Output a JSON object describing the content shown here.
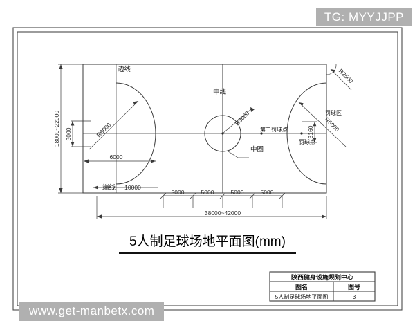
{
  "watermarks": {
    "top_right": "TG: MYYJJPP",
    "bottom_left": "www.get-manbetx.com"
  },
  "drawing": {
    "main_title": "5人制足球场地平面图(mm)",
    "units": "mm",
    "labels": {
      "sideline": "边线",
      "goal_line": "端线",
      "center_line": "中线",
      "center_circle": "中圈",
      "penalty_area": "罚球区",
      "penalty_spot": "罚球点",
      "second_penalty_spot": "第二罚球点"
    },
    "dimensions": {
      "overall_length": "38000~42000",
      "overall_width": "18000~22000",
      "goal_width": "3000",
      "penalty_depth": "6000",
      "goal_line_dim": "10000",
      "penalty_spot_offset": "3160",
      "center_circle_radius": "R3000",
      "corner_arc_radius": "R2500",
      "penalty_arc_radius_left": "R6000",
      "penalty_arc_radius_right": "R6000",
      "chain": [
        "5000",
        "5000",
        "5000",
        "5000"
      ]
    }
  },
  "title_block": {
    "organization": "陕西健身设施规划中心",
    "col1_header": "图名",
    "col2_header": "图号",
    "col1_value": "5人制足球场地平面图",
    "col2_value": "3"
  }
}
